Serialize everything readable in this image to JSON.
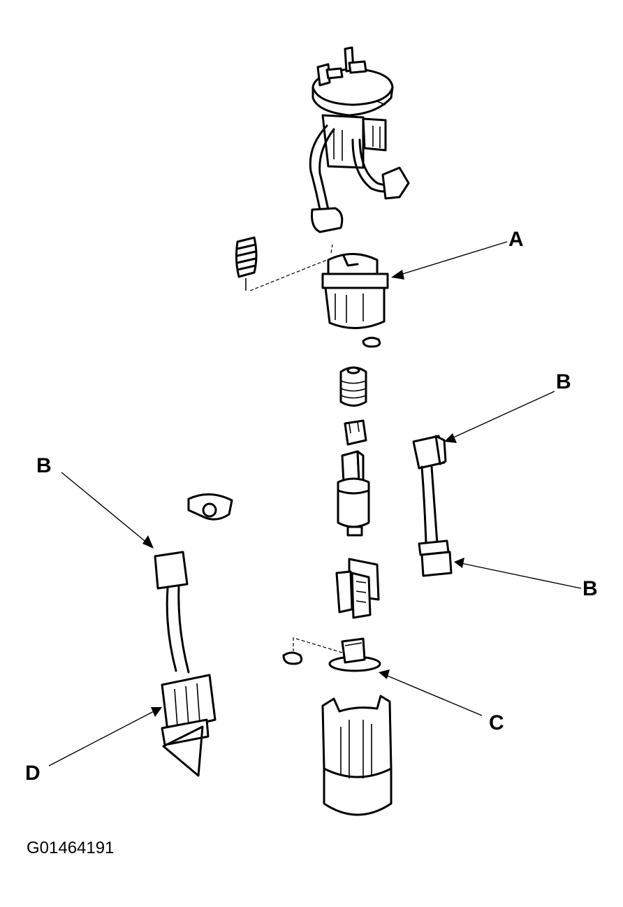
{
  "diagram": {
    "callouts": {
      "a": "A",
      "b_right_top": "B",
      "b_right_bottom": "B",
      "b_left": "B",
      "c": "C",
      "d": "D"
    },
    "figure_id": "G01464191"
  }
}
